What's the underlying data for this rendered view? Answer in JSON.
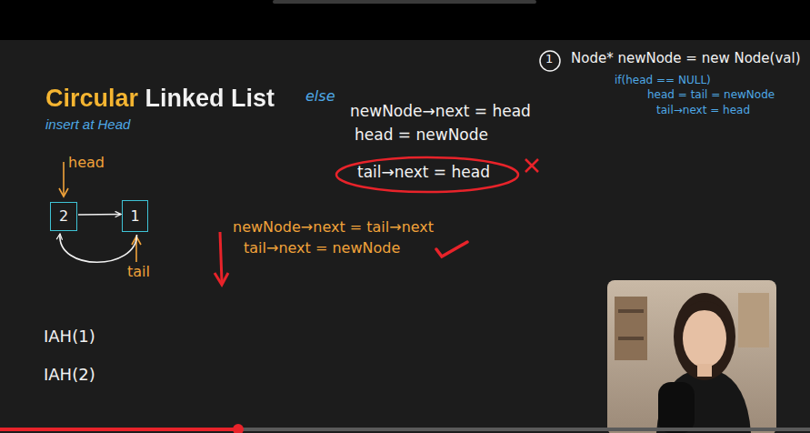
{
  "diagram": {
    "title": "Circular Linked List",
    "nodes": [
      {
        "text": [
          "2"
        ]
      },
      {
        "text": [
          "1"
        ]
      }
    ],
    "edges": [
      {
        "from": 0,
        "to": 1,
        "arrow": "to"
      },
      {
        "from": 1,
        "to": 0,
        "arrow": "to"
      }
    ],
    "labels": [
      "else",
      "newNode→next = head",
      "head = newNode",
      "tail→next = head",
      "newNode→next = tail→next",
      "tail→next = newNode",
      "1",
      "Node* newNode = new Node(val)",
      "if(head == NULL)",
      "head = tail = newNode",
      "tail→next = head",
      "head",
      "tail",
      "IAH(1)",
      "IAH(2)",
      "insert at Head"
    ]
  }
}
